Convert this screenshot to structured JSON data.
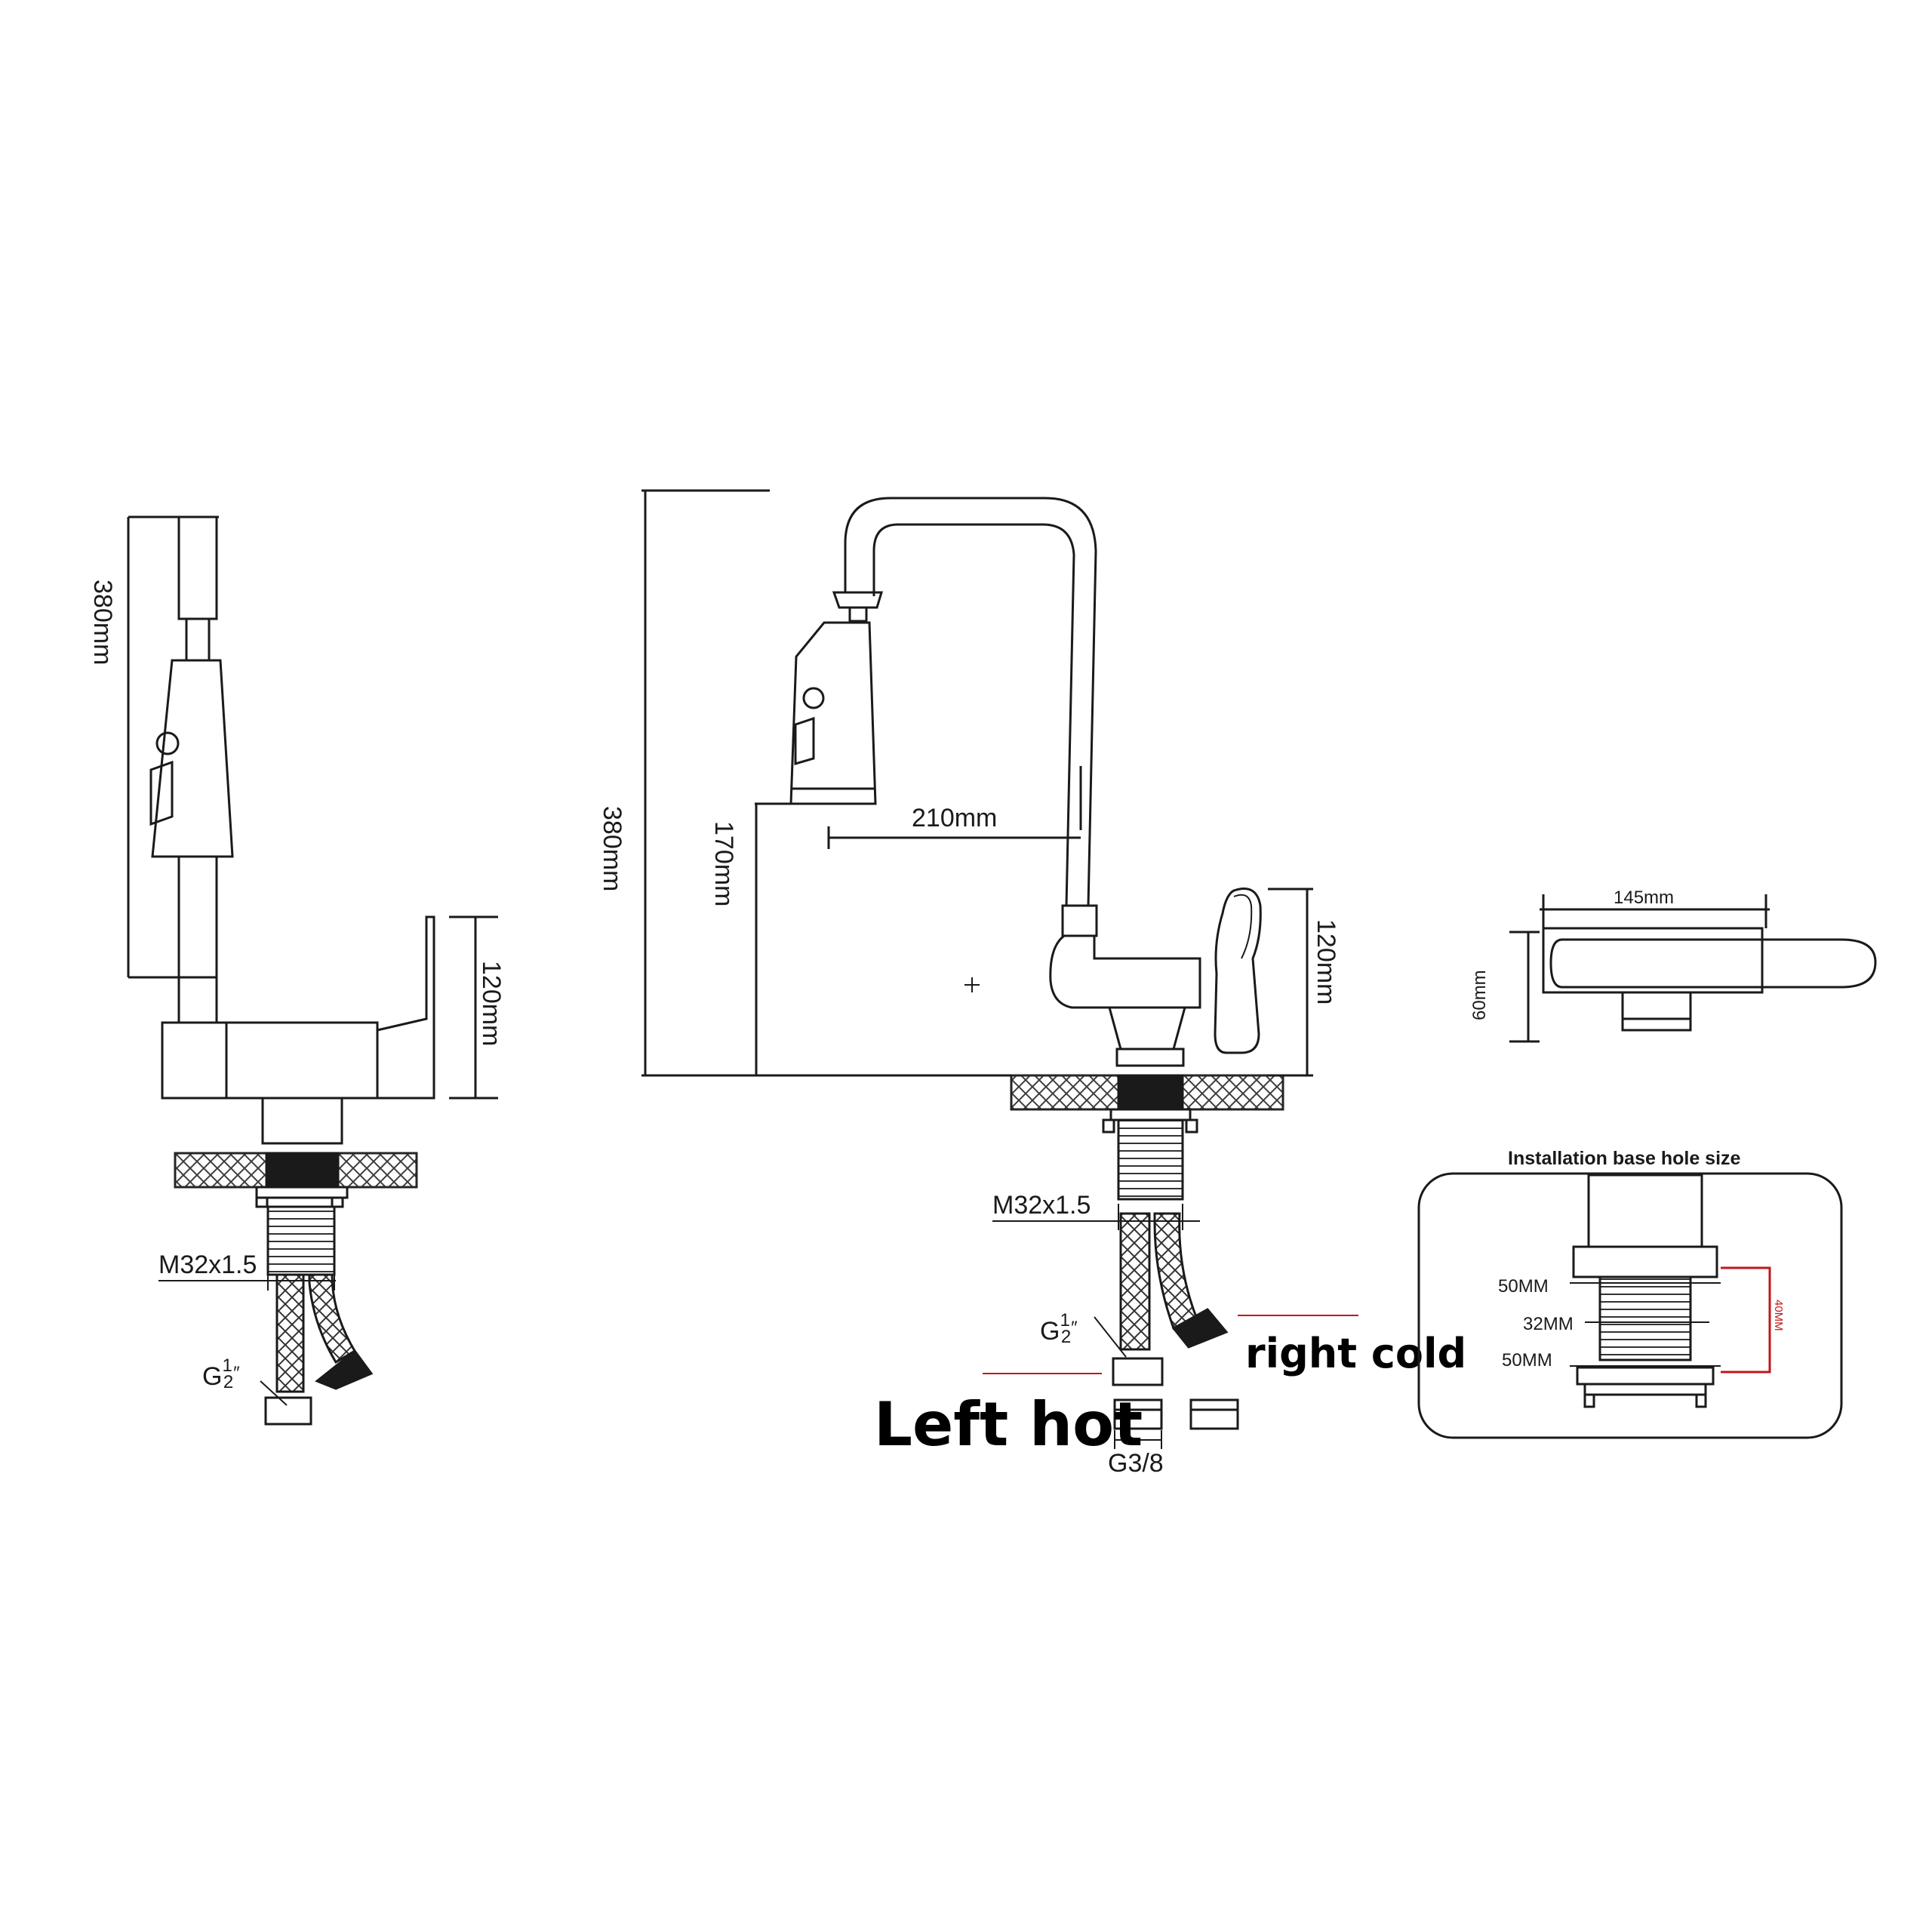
{
  "colors": {
    "line": "#1a1a1a",
    "accent": "#c0171b",
    "hatch": "#555555",
    "background": "#ffffff"
  },
  "side_view": {
    "height_label": "380mm",
    "body_label": "120mm",
    "thread_label": "M32x1.5",
    "pipe_label_main": "G",
    "pipe_label_sup": "1",
    "pipe_label_sub": "2",
    "pipe_label_tail": "″"
  },
  "front_view": {
    "height_label": "380mm",
    "spout_height_label": "170mm",
    "reach_label": "210mm",
    "body_label": "120mm",
    "thread_label": "M32x1.5",
    "pipe_label_main": "G",
    "pipe_label_sup": "1",
    "pipe_label_sub": "2",
    "pipe_label_tail": "″",
    "right_label": "right cold",
    "left_label": "Left hot",
    "adapter_label": "G3/8"
  },
  "top_view": {
    "width_label": "145mm",
    "depth_label": "60mm"
  },
  "base_detail": {
    "title": "Installation base hole size",
    "top_label": "50MM",
    "middle_label": "32MM",
    "bottom_label": "50MM",
    "side_label": "40MM"
  }
}
